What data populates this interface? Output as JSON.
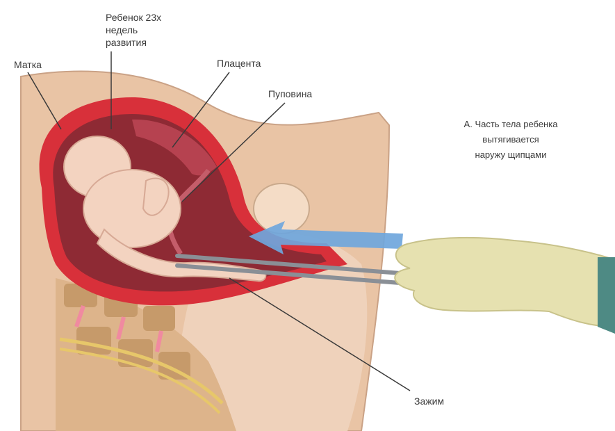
{
  "labels": {
    "fetus_weeks": "Ребенок 23х\nнедель\nразвития",
    "uterus": "Матка",
    "placenta": "Плацента",
    "umbilical_cord": "Пуповина",
    "note": "А. Часть тела ребенка\nвытягивается\nнаружу щипцами",
    "forceps": "Зажим"
  },
  "colors": {
    "skin": "#e9c4a5",
    "uterus_wall": "#d8303a",
    "uterus_inner": "#8e2a34",
    "fetus": "#f3d3c0",
    "arrow": "#6fa6dc",
    "glove": "#e6e1b0",
    "forceps": "#8a8f96",
    "spine": "#c69a6a"
  },
  "icons": {
    "arrow": "arrow-left-icon"
  }
}
